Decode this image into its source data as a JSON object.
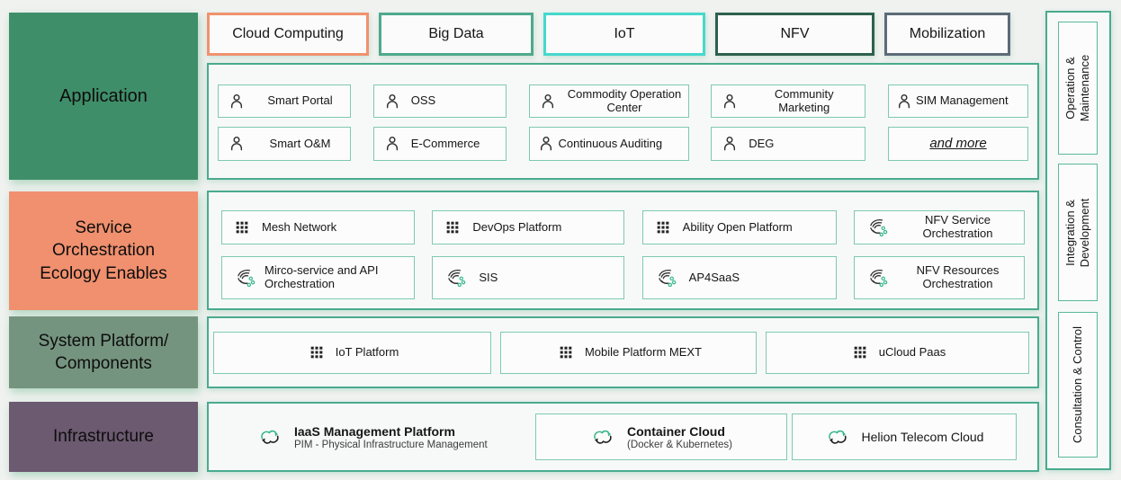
{
  "colors": {
    "page_bg": "#f0f2f0",
    "container_border": "#49ab8e",
    "item_border": "#7fc9b1",
    "orchestration_dot": "#3cb98d",
    "cloud_arrow_green": "#35b587"
  },
  "tabs": [
    {
      "label": "Cloud Computing",
      "color": "#f0926e"
    },
    {
      "label": "Big Data",
      "color": "#4fa98c"
    },
    {
      "label": "IoT",
      "color": "#45d8cd"
    },
    {
      "label": "NFV",
      "color": "#2d604d"
    },
    {
      "label": "Mobilization",
      "color": "#5d6b78"
    }
  ],
  "layers": [
    {
      "label": "Application",
      "color": "#3f8e6a"
    },
    {
      "label": "Service Orchestration Ecology Enables",
      "color": "#f0906e"
    },
    {
      "label": "System Platform/ Components",
      "color": "#75947f"
    },
    {
      "label": "Infrastructure",
      "color": "#6c5a71"
    }
  ],
  "application": {
    "items": [
      "Smart Portal",
      "OSS",
      "Commodity Operation Center",
      "Community Marketing",
      "SIM Management",
      "Smart O&M",
      "E-Commerce",
      "Continuous Auditing",
      "DEG"
    ],
    "more_label": "and more"
  },
  "orchestration": {
    "items": [
      "Mesh Network",
      "DevOps Platform",
      "Ability Open Platform",
      "NFV Service Orchestration",
      "Mirco-service and API Orchestration",
      "SIS",
      "AP4SaaS",
      "NFV Resources Orchestration"
    ]
  },
  "platform": {
    "items": [
      "IoT Platform",
      "Mobile Platform MEXT",
      "uCloud Paas"
    ]
  },
  "infrastructure": {
    "items": [
      {
        "title": "IaaS Management Platform",
        "subtitle": "PIM - Physical Infrastructure Management"
      },
      {
        "title": "Container Cloud",
        "subtitle": "(Docker & Kubernetes)"
      },
      {
        "title": "Helion Telecom Cloud",
        "subtitle": ""
      }
    ]
  },
  "side_panels": [
    {
      "label": "Operation & Maintenance"
    },
    {
      "label": "Integration & Development"
    },
    {
      "label": "Consultation & Control"
    }
  ]
}
